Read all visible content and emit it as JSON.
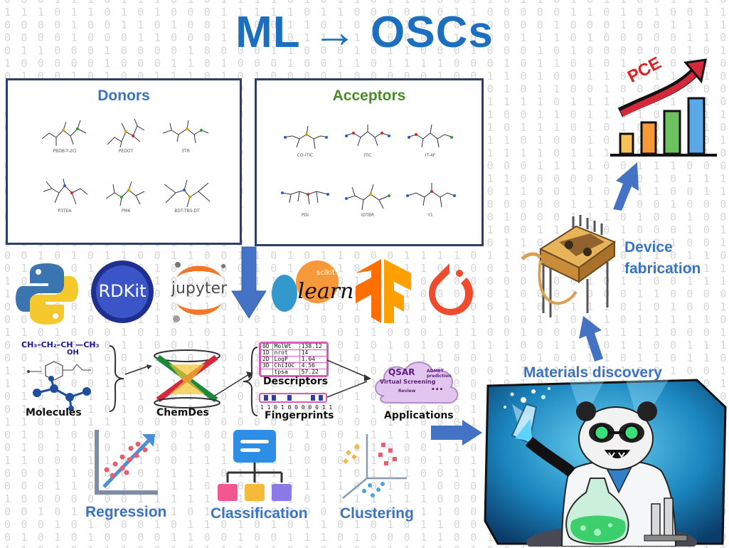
{
  "title": "ML → OSCs",
  "donors": {
    "title": "Donors",
    "molecules": [
      "PBDB-T-2Cl",
      "PEDOT",
      "3TR",
      "P3TEA",
      "PM6",
      "BDT-TBS-DT"
    ]
  },
  "acceptors": {
    "title": "Acceptors",
    "molecules": [
      "CO-ITIC",
      "ITIC",
      "IT-4F",
      "PDI",
      "IDTBR",
      "Y1"
    ]
  },
  "logos": {
    "rdkit": "RDKit",
    "jupyter": "jupyter",
    "sklearn_top": "scikit",
    "sklearn_bottom": "learn"
  },
  "workflow": {
    "formula": "CH₃–CH₂–CH —CH₃",
    "formula_oh": "OH",
    "molecules": "Molecules",
    "chemdes": "ChemDes",
    "descriptors": "Descriptors",
    "fingerprints": "Fingerprints",
    "applications": "Applications",
    "fingerprint_bits": "1 1 0 1 0 0 0 0 0 1 1",
    "qsar": "QSAR",
    "admet": "ADMET prediction",
    "vs": "Virtual Screening",
    "review": "Review",
    "dots": "•••",
    "table_rows": [
      [
        "0D",
        "MolWt",
        "138.12"
      ],
      [
        "1D",
        "nrot",
        "14"
      ],
      [
        "2D",
        "LogP",
        "1.04"
      ],
      [
        "3D",
        "ChiIOC",
        "4.56"
      ],
      [
        "",
        "tpsa",
        "57.22"
      ]
    ]
  },
  "methods": {
    "regression": "Regression",
    "classification": "Classification",
    "clustering": "Clustering"
  },
  "right": {
    "pce": "PCE",
    "device_fabrication_1": "Device",
    "device_fabrication_2": "fabrication",
    "materials_discovery": "Materials discovery"
  },
  "colors": {
    "title_blue": "#1a6fc0",
    "donor_blue": "#3a72c4",
    "acceptor_green": "#4a8a2a",
    "arrow_blue": "#4472c4",
    "panel_border": "#2d3f66"
  }
}
